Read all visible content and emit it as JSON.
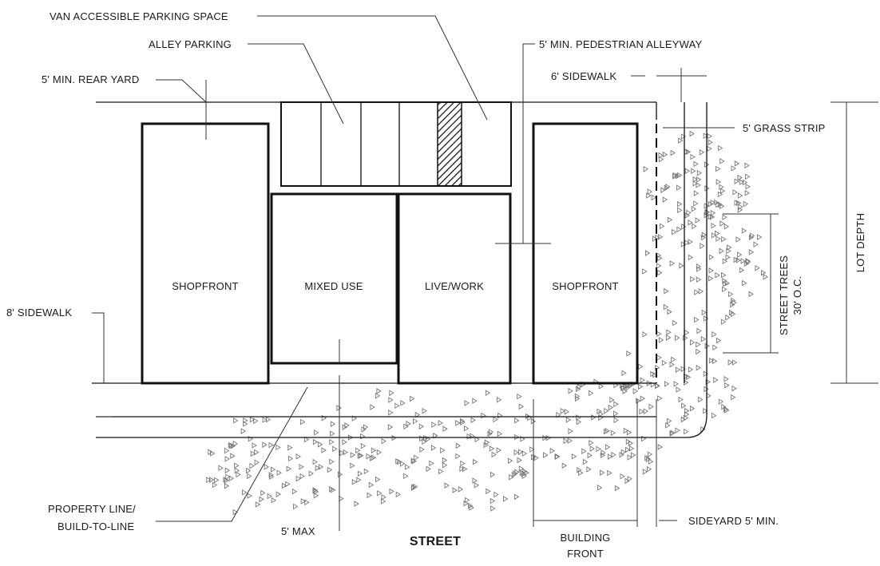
{
  "labels": {
    "van_accessible": "VAN ACCESSIBLE PARKING SPACE",
    "alley_parking": "ALLEY PARKING",
    "ped_alleyway": "5' MIN. PEDESTRIAN ALLEYWAY",
    "rear_yard": "5' MIN. REAR YARD",
    "six_sidewalk": "6' SIDEWALK",
    "grass_strip": "5' GRASS STRIP",
    "lot_depth": "LOT DEPTH",
    "street_trees_1": "STREET TREES",
    "street_trees_2": "30' O.C.",
    "eight_sidewalk": "8' SIDEWALK",
    "property_line_1": "PROPERTY LINE/",
    "property_line_2": "BUILD-TO-LINE",
    "five_max": "5' MAX",
    "street": "STREET",
    "building_front_1": "BUILDING",
    "building_front_2": "FRONT",
    "sideyard": "SIDEYARD 5' MIN."
  },
  "buildings": {
    "shopfront_left": "SHOPFRONT",
    "mixed_use": "MIXED USE",
    "live_work": "LIVE/WORK",
    "shopfront_right": "SHOPFRONT"
  }
}
